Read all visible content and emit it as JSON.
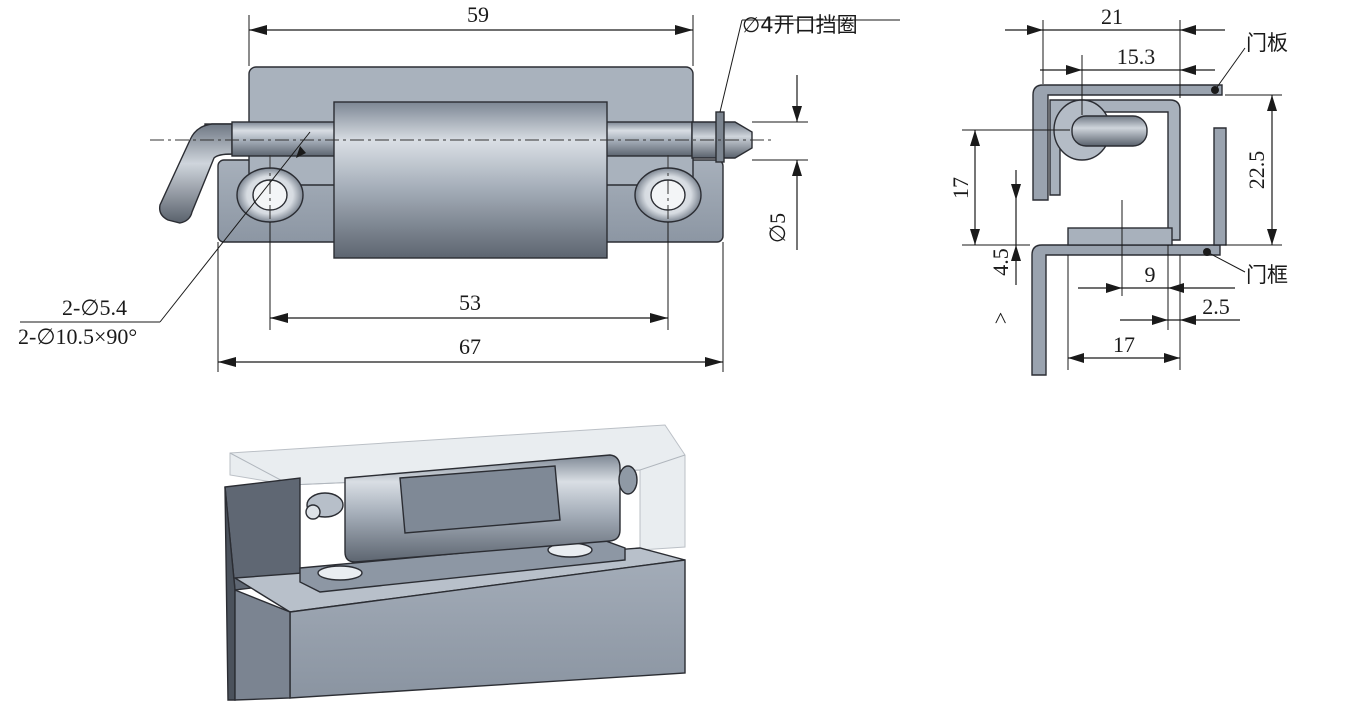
{
  "front_view": {
    "dim_overall_width": "59",
    "dim_hole_spacing": "53",
    "dim_total_length": "67",
    "note_retaining_ring": "∅4开口挡圈",
    "note_holes_1": "2-∅5.4",
    "note_holes_2": "2-∅10.5×90°",
    "dim_pin_diameter": "∅5"
  },
  "side_view": {
    "dim_width": "21",
    "dim_inner": "15.3",
    "dim_height_left": "17",
    "dim_height_right": "22.5",
    "dim_gap": "4.5",
    "dim_gap_prefix": ">",
    "dim_offset": "9",
    "dim_thickness": "2.5",
    "dim_base": "17",
    "label_door_panel": "门板",
    "label_door_frame": "门框"
  },
  "colors": {
    "metal_light": "#b9c1cc",
    "metal_mid": "#8b95a2",
    "metal_dark": "#5c6470",
    "line": "#1a1a1a",
    "glass": "#e6eaee"
  }
}
